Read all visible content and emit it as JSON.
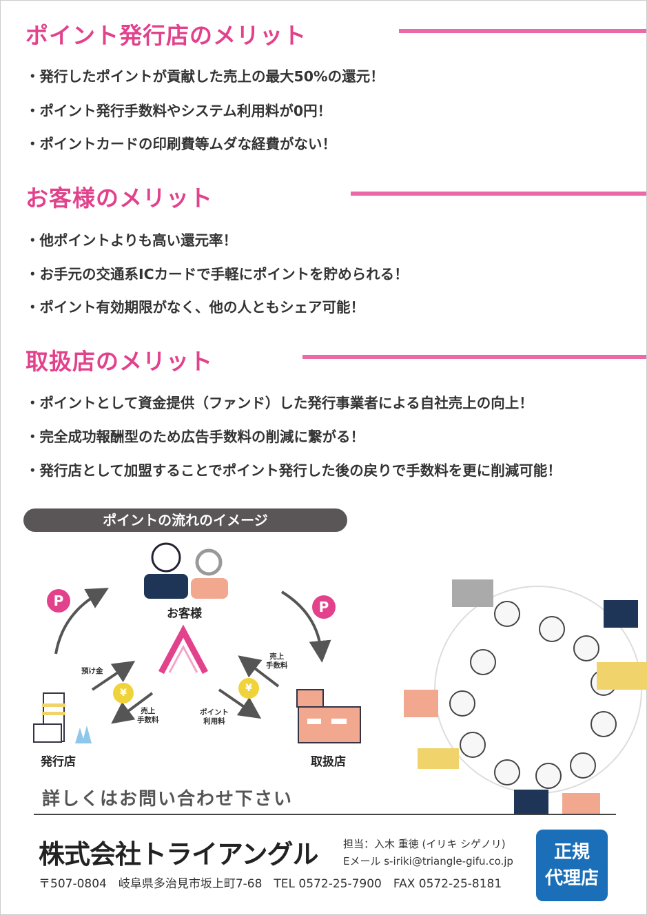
{
  "sections": [
    {
      "title": "ポイント発行店のメリット",
      "items": [
        "・発行したポイントが貢献した売上の最大50%の還元！",
        "・ポイント発行手数料やシステム利用料が0円！",
        "・ポイントカードの印刷費等ムダな経費がない！"
      ]
    },
    {
      "title": "お客様のメリット",
      "items": [
        "・他ポイントよりも高い還元率！",
        "・お手元の交通系ICカードで手軽にポイントを貯められる！",
        "・ポイント有効期限がなく、他の人ともシェア可能！"
      ]
    },
    {
      "title": "取扱店のメリット",
      "items": [
        "・ポイントとして資金提供（ファンド）した発行事業者による自社売上の向上！",
        "・完全成功報酬型のため広告手数料の削減に繋がる！",
        "・発行店として加盟することでポイント発行した後の戻りで手数料を更に削減可能！"
      ]
    }
  ],
  "flow": {
    "title": "ポイントの流れのイメージ",
    "customer": "お客様",
    "issuer": "発行店",
    "handler": "取扱店",
    "point_badge": "P",
    "yen": "¥",
    "deposit": "預け金",
    "sales_fee_left": "売上\n手数料",
    "point_fee": "ポイント\n利用料",
    "sales_fee_right": "売上\n手数料"
  },
  "contact_prompt": "詳しくはお問い合わせ下さい",
  "footer": {
    "company": "株式会社トライアングル",
    "person": "担当：入木 重徳 (イリキ シゲノリ)",
    "email": "Eメール s-iriki@triangle-gifu.co.jp",
    "address": "〒507-0804　岐阜県多治見市坂上町7-68　TEL 0572-25-7900　FAX 0572-25-8181",
    "badge_line1": "正規",
    "badge_line2": "代理店"
  },
  "colors": {
    "accent": "#e2418c",
    "badge": "#1a6fb8"
  }
}
